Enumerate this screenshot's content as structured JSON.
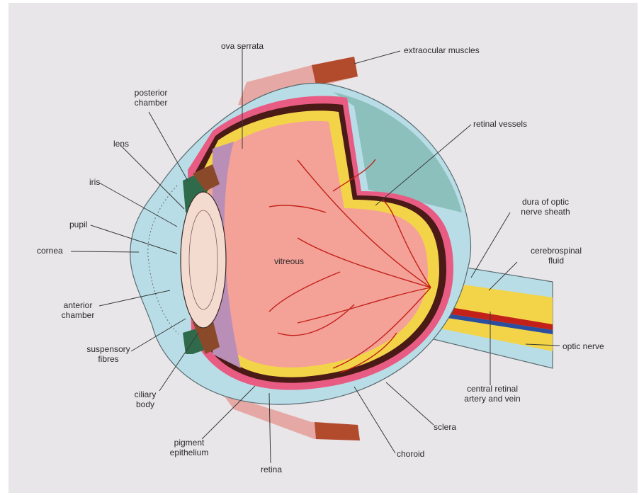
{
  "labels": {
    "ova_serrata": "ova serrata",
    "extraocular_muscles": "extraocular muscles",
    "posterior_chamber": "posterior\nchamber",
    "lens": "lens",
    "retinal_vessels": "retinal vessels",
    "iris": "iris",
    "pupil": "pupil",
    "dura": "dura of optic\nnerve sheath",
    "cornea": "cornea",
    "vitreous": "vitreous",
    "csf": "cerebrospinal\nfluid",
    "anterior_chamber": "anterior\nchamber",
    "optic_nerve": "optic nerve",
    "suspensory_fibres": "suspensory\nfibres",
    "central_retinal": "central retinal\nartery and vein",
    "ciliary_body": "ciliary\nbody",
    "sclera": "sclera",
    "pigment_epithelium": "pigment\nepithelium",
    "choroid": "choroid",
    "retina": "retina"
  },
  "colors": {
    "background": "#e8e6e9",
    "sclera": "#b9dde6",
    "pink_layer": "#e85c84",
    "dark_layer": "#4a1a16",
    "yellow_layer": "#f3d448",
    "vitreous": "#f4a197",
    "ciliary": "#b98eb7",
    "lens": "#f3dccf",
    "teal": "#8cc0bd",
    "muscle": "#b24a2c",
    "vessel": "#c2211a"
  }
}
